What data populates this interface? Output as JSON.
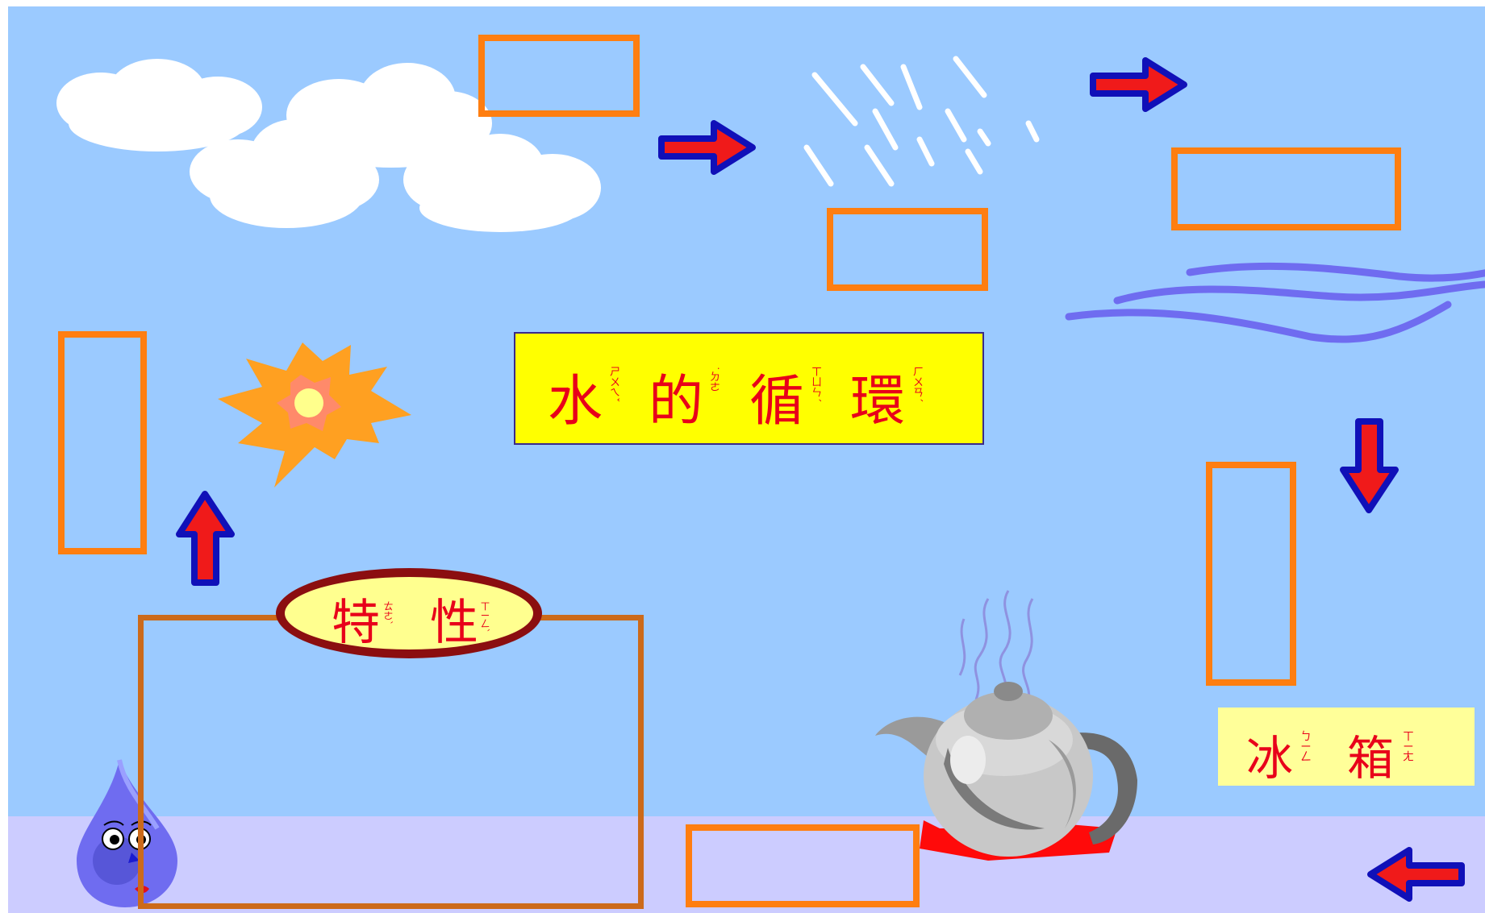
{
  "colors": {
    "sky": "#9bcaff",
    "ground": "#ccccff",
    "slot_border": "#ff7e10",
    "title_bg": "#ffff00",
    "text_red": "#e8001a",
    "arrow_outline": "#1010b8",
    "arrow_fill": "#f01a1a"
  },
  "title": {
    "chars": [
      "水",
      "的",
      "循",
      "環"
    ],
    "zhuyin": [
      "ㄕㄨㄟˇ",
      "˙ㄉㄜ",
      "ㄒㄩㄣˊ",
      "ㄏㄨㄢˊ"
    ]
  },
  "traits": {
    "chars": [
      "特",
      "性"
    ],
    "zhuyin": [
      "ㄊㄜˋ",
      "ㄒㄧㄥˋ"
    ]
  },
  "fridge": {
    "chars": [
      "冰",
      "箱"
    ],
    "zhuyin": [
      "ㄅㄧㄥ",
      "ㄒㄧㄤ"
    ]
  },
  "icons": {
    "clouds": "cloud-icon",
    "rain": "rain-icon",
    "wind": "wind-icon",
    "sun": "sun-icon",
    "kettle": "kettle-on-fire-icon",
    "droplet": "water-droplet-character-icon",
    "arrow": "arrow-icon"
  }
}
